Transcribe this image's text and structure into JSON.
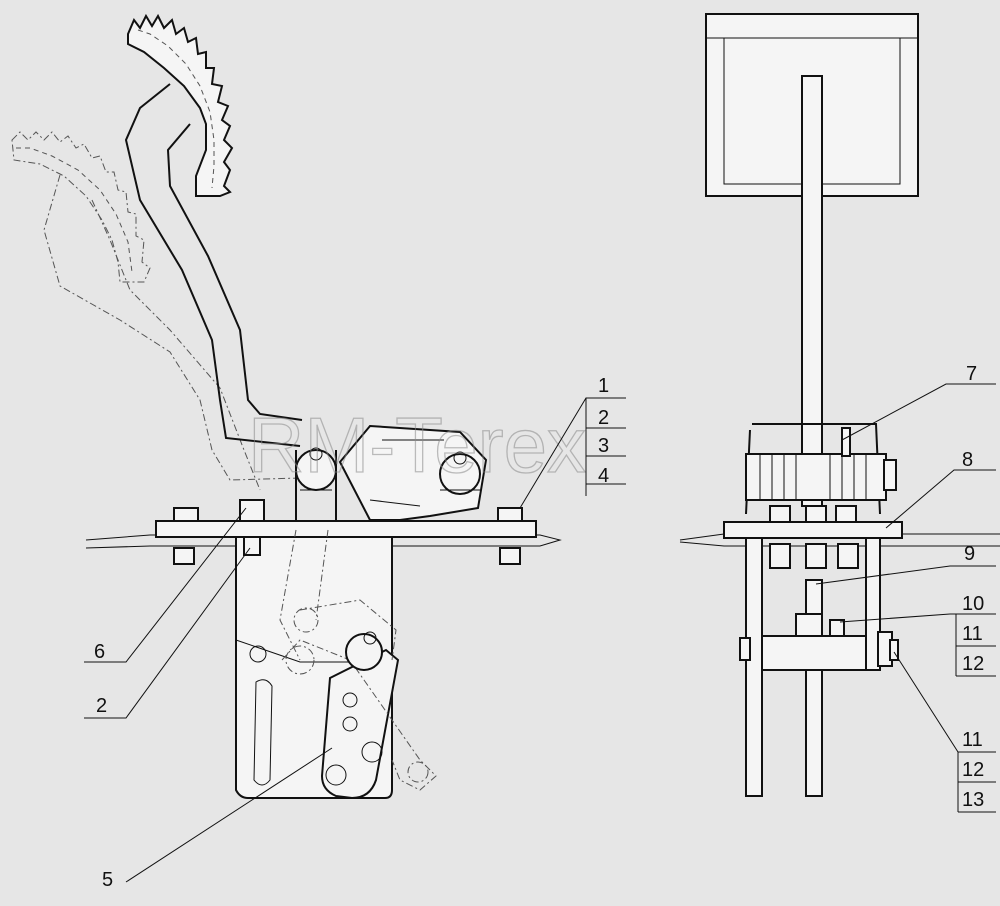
{
  "watermark": "RM-Terex",
  "callouts": {
    "c1": "1",
    "c2": "2",
    "c3": "3",
    "c4": "4",
    "c5": "5",
    "c6": "6",
    "c2b": "2",
    "c7": "7",
    "c8": "8",
    "c9": "9",
    "c10": "10",
    "c11a": "11",
    "c12a": "12",
    "c11b": "11",
    "c12b": "12",
    "c13": "13"
  },
  "icons": {
    "pedal": "pedal-icon",
    "bracket": "bracket-icon",
    "spring": "spring-icon",
    "bolt": "bolt-icon"
  }
}
